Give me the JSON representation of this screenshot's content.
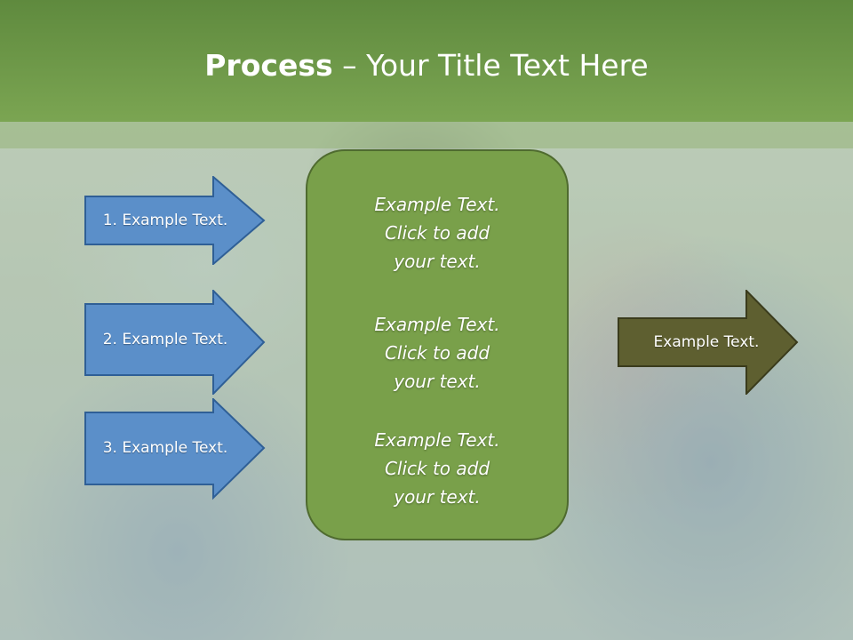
{
  "slide": {
    "title_bold": "Process",
    "title_rest": " – Your Title Text Here",
    "left_steps": [
      {
        "label": "1. Example Text."
      },
      {
        "label": "2. Example Text."
      },
      {
        "label": "3. Example Text."
      }
    ],
    "center_items": [
      {
        "line1": "Example Text.",
        "line2": "Click  to add",
        "line3": "your text."
      },
      {
        "line1": "Example Text.",
        "line2": "Click  to add",
        "line3": "your text."
      },
      {
        "line1": "Example Text.",
        "line2": "Click  to add",
        "line3": "your text."
      }
    ],
    "output": {
      "label": "Example Text."
    }
  },
  "colors": {
    "header_green": "#6b9545",
    "arrow_blue": "#5b8fc9",
    "arrow_blue_border": "#2f5f96",
    "center_green": "#79a04a",
    "center_border": "#4f6b2f",
    "output_olive": "#5e5f30",
    "output_border": "#3a3b1c"
  }
}
